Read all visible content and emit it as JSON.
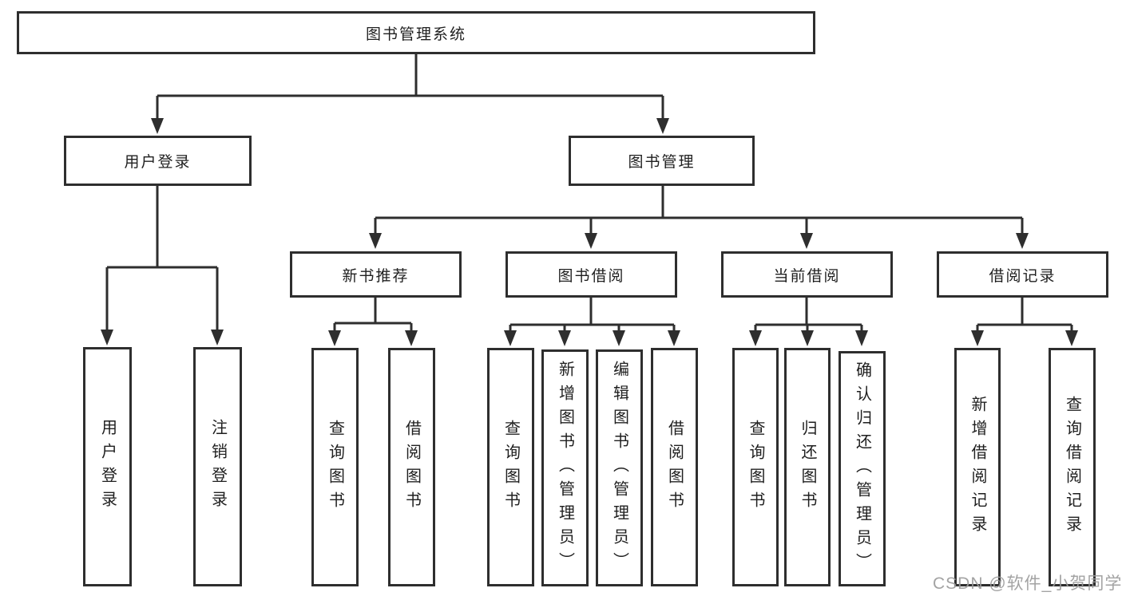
{
  "tree": {
    "label": "图书管理系统",
    "children": [
      {
        "label": "用户登录",
        "children": [
          {
            "label": "用户登录"
          },
          {
            "label": "注销登录"
          }
        ]
      },
      {
        "label": "图书管理",
        "children": [
          {
            "label": "新书推荐",
            "children": [
              {
                "label": "查询图书"
              },
              {
                "label": "借阅图书"
              }
            ]
          },
          {
            "label": "图书借阅",
            "children": [
              {
                "label": "查询图书"
              },
              {
                "label": "新增图书（管理员）"
              },
              {
                "label": "编辑图书（管理员）"
              },
              {
                "label": "借阅图书"
              }
            ]
          },
          {
            "label": "当前借阅",
            "children": [
              {
                "label": "查询图书"
              },
              {
                "label": "归还图书"
              },
              {
                "label": "确认归还（管理员）"
              }
            ]
          },
          {
            "label": "借阅记录",
            "children": [
              {
                "label": "新增借阅记录"
              },
              {
                "label": "查询借阅记录"
              }
            ]
          }
        ]
      }
    ]
  },
  "watermark": "CSDN @软件_小贺同学",
  "colors": {
    "line": "#2e2e2e",
    "text": "#1f1f1f",
    "background": "#ffffff",
    "watermark": "#9b9b9b"
  }
}
